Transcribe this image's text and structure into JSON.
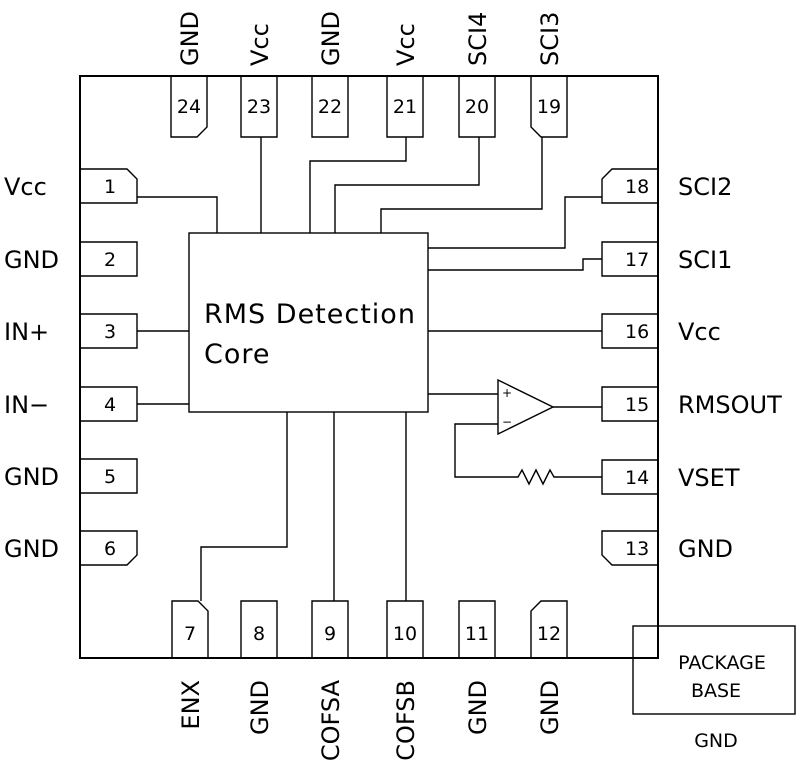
{
  "core": {
    "line1": "RMS Detection",
    "line2": "Core"
  },
  "package": {
    "line1": "PACKAGE",
    "line2": "BASE",
    "label": "GND"
  },
  "opamp": {
    "plus": "+",
    "minus": "−"
  },
  "pins": [
    {
      "num": "1",
      "name": "Vcc"
    },
    {
      "num": "2",
      "name": "GND"
    },
    {
      "num": "3",
      "name": "IN+"
    },
    {
      "num": "4",
      "name": "IN−"
    },
    {
      "num": "5",
      "name": "GND"
    },
    {
      "num": "6",
      "name": "GND"
    },
    {
      "num": "7",
      "name": "ENX"
    },
    {
      "num": "8",
      "name": "GND"
    },
    {
      "num": "9",
      "name": "COFSA"
    },
    {
      "num": "10",
      "name": "COFSB"
    },
    {
      "num": "11",
      "name": "GND"
    },
    {
      "num": "12",
      "name": "GND"
    },
    {
      "num": "13",
      "name": "GND"
    },
    {
      "num": "14",
      "name": "VSET"
    },
    {
      "num": "15",
      "name": "RMSOUT"
    },
    {
      "num": "16",
      "name": "Vcc"
    },
    {
      "num": "17",
      "name": "SCI1"
    },
    {
      "num": "18",
      "name": "SCI2"
    },
    {
      "num": "19",
      "name": "SCI3"
    },
    {
      "num": "20",
      "name": "SCI4"
    },
    {
      "num": "21",
      "name": "Vcc"
    },
    {
      "num": "22",
      "name": "GND"
    },
    {
      "num": "23",
      "name": "Vcc"
    },
    {
      "num": "24",
      "name": "GND"
    }
  ]
}
